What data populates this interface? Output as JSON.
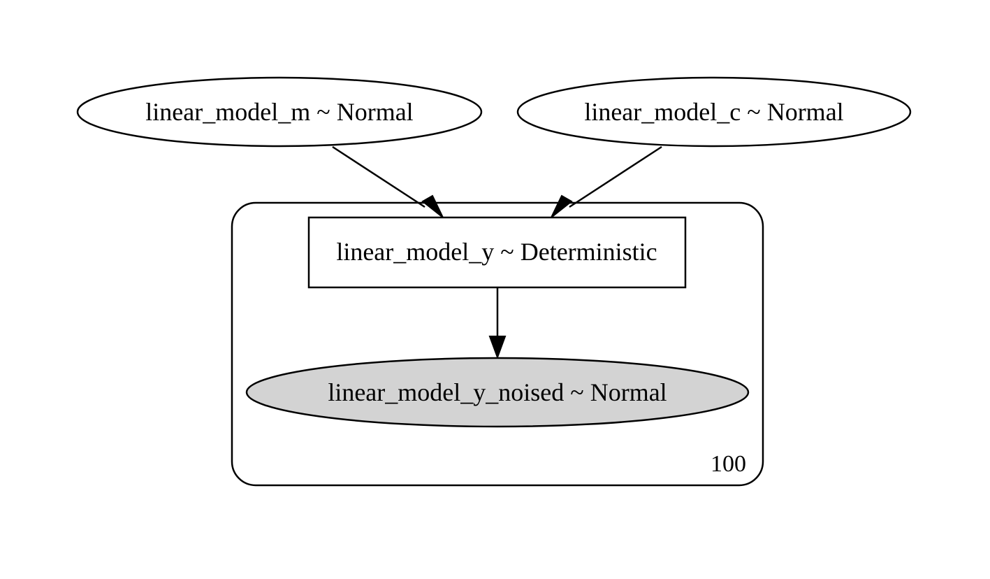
{
  "nodes": {
    "m": {
      "label": "linear_model_m ~ Normal",
      "shape": "ellipse",
      "observed": false
    },
    "c": {
      "label": "linear_model_c ~ Normal",
      "shape": "ellipse",
      "observed": false
    },
    "y": {
      "label": "linear_model_y ~ Deterministic",
      "shape": "box",
      "observed": false
    },
    "y_noised": {
      "label": "linear_model_y_noised ~ Normal",
      "shape": "ellipse",
      "observed": true
    }
  },
  "plate": {
    "label": "100"
  },
  "edges": [
    {
      "from": "m",
      "to": "y"
    },
    {
      "from": "c",
      "to": "y"
    },
    {
      "from": "y",
      "to": "y_noised"
    }
  ],
  "colors": {
    "stroke": "#000000",
    "observed_fill": "#d3d3d3",
    "background": "#ffffff"
  }
}
